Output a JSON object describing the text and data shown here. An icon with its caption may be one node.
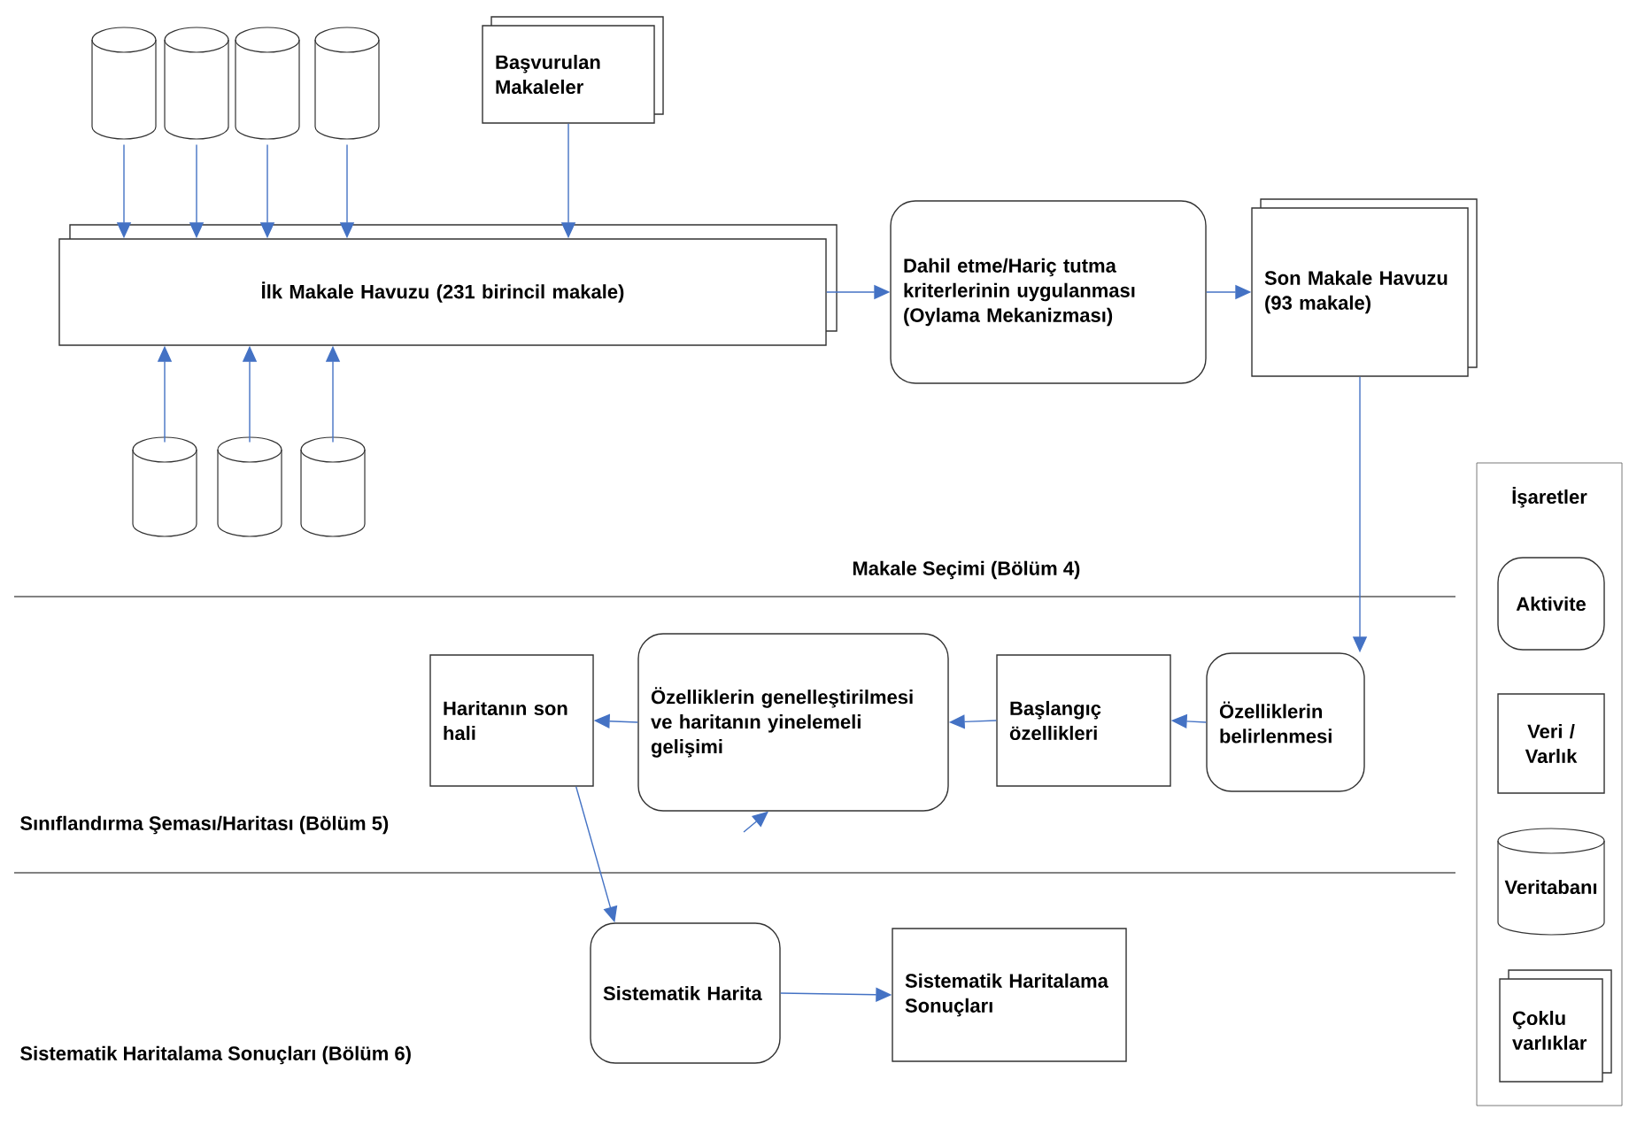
{
  "diagram": {
    "nodes": [
      {
        "text": [],
        "shape": "cylinder"
      },
      {
        "text": [],
        "shape": "cylinder"
      },
      {
        "text": [],
        "shape": "cylinder"
      },
      {
        "text": [],
        "shape": "cylinder"
      },
      {
        "text": [
          "Başvurulan Makaleler"
        ]
      },
      {
        "text": [
          "İlk Makale Havuzu (231 birincil makale)"
        ]
      },
      {
        "text": [],
        "shape": "cylinder"
      },
      {
        "text": [],
        "shape": "cylinder"
      },
      {
        "text": [],
        "shape": "cylinder"
      },
      {
        "text": [
          "Dahil etme/Hariç tutma kriterlerinin uygulanması (Oylama Mekanizması)"
        ]
      },
      {
        "text": [
          "Son Makale Havuzu (93 makale)"
        ]
      },
      {
        "text": [
          "Özelliklerin belirlenmesi"
        ]
      },
      {
        "text": [
          "Başlangıç özellikleri"
        ]
      },
      {
        "text": [
          "Özelliklerin genelleştirilmesi ve haritanın yinelemeli gelişimi"
        ]
      },
      {
        "text": [
          "Haritanın son hali"
        ]
      },
      {
        "text": [
          "Sistematik Harita"
        ]
      },
      {
        "text": [
          "Sistematik Haritalama Sonuçları"
        ]
      },
      {
        "text": [
          "İşaretler"
        ]
      },
      {
        "text": [
          "Aktivite"
        ],
        "in": 17
      },
      {
        "text": [
          "Veri / Varlık"
        ],
        "in": 17
      },
      {
        "text": [
          "Veritabanı"
        ],
        "in": 17
      },
      {
        "text": [
          "Çoklu varlıklar"
        ],
        "in": 17
      }
    ],
    "edges": [
      {
        "from": 0,
        "to": 5,
        "arrow": "to"
      },
      {
        "from": 1,
        "to": 5,
        "arrow": "to"
      },
      {
        "from": 2,
        "to": 5,
        "arrow": "to"
      },
      {
        "from": 3,
        "to": 5,
        "arrow": "to"
      },
      {
        "from": 4,
        "to": 5,
        "arrow": "to"
      },
      {
        "from": 6,
        "to": 5,
        "arrow": "to"
      },
      {
        "from": 7,
        "to": 5,
        "arrow": "to"
      },
      {
        "from": 8,
        "to": 5,
        "arrow": "to"
      },
      {
        "from": 5,
        "to": 9,
        "arrow": "to"
      },
      {
        "from": 9,
        "to": 10,
        "arrow": "to"
      },
      {
        "from": 10,
        "to": 11,
        "arrow": "to"
      },
      {
        "from": 11,
        "to": 12,
        "arrow": "to"
      },
      {
        "from": 12,
        "to": 13,
        "arrow": "to"
      },
      {
        "from": 13,
        "to": 14,
        "arrow": "to"
      },
      {
        "from": 14,
        "to": 15,
        "arrow": "to"
      },
      {
        "from": 15,
        "to": 16,
        "arrow": "to"
      },
      {
        "from": null,
        "to": 13,
        "arrow": "to"
      }
    ],
    "labels": [
      "Makale Seçimi (Bölüm 4)",
      "Sınıflandırma Şeması/Haritası (Bölüm 5)",
      "Sistematik Haritalama Sonuçları (Bölüm 6)"
    ]
  }
}
